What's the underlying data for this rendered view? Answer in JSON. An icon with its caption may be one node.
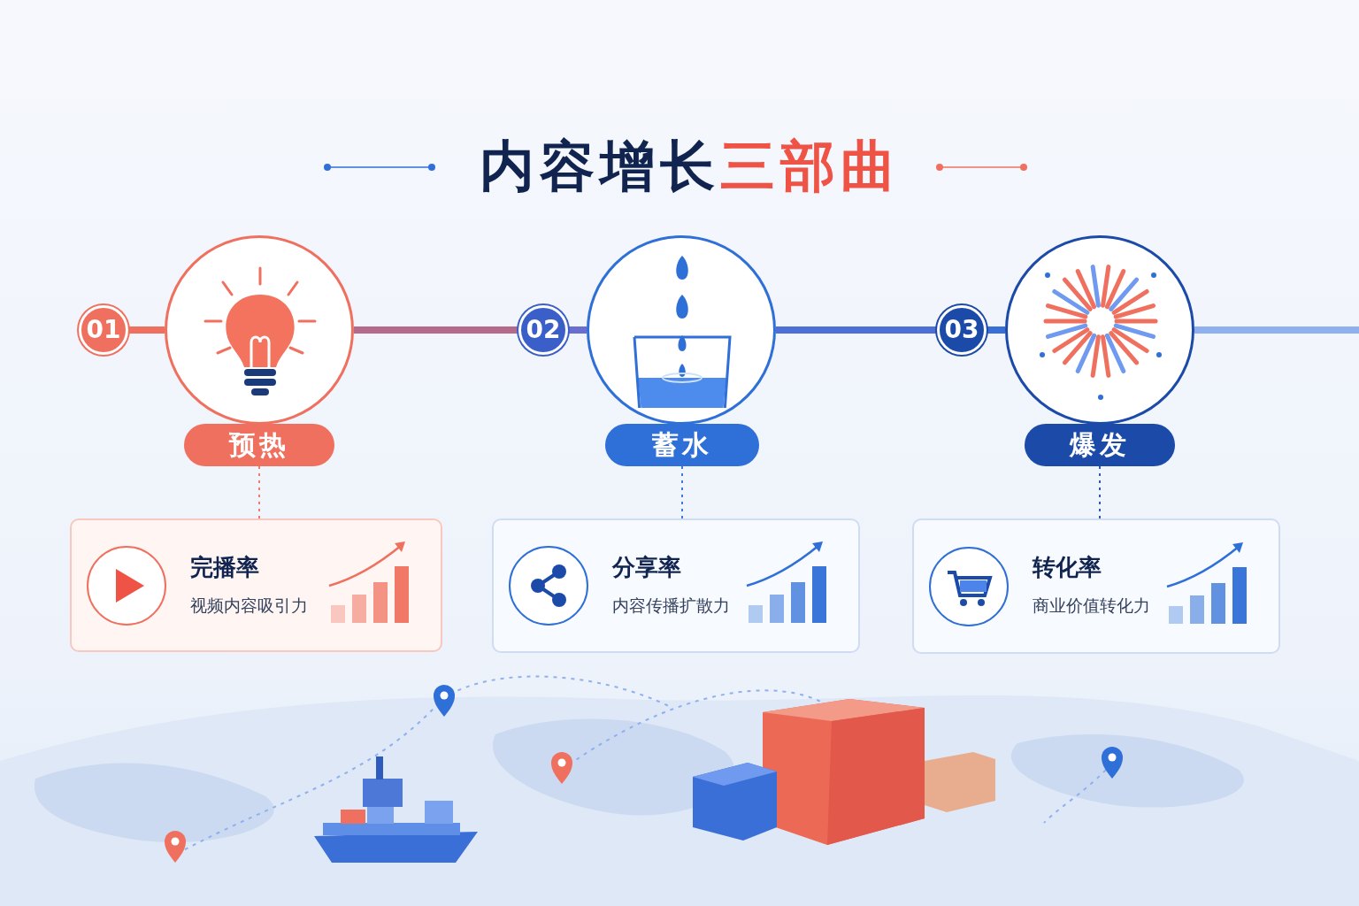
{
  "diagram": {
    "title": "内容增长三部曲",
    "nodes": [
      {
        "text": [
          "01"
        ]
      },
      {
        "text": [],
        "shape": "picture"
      },
      {
        "text": [
          "02"
        ]
      },
      {
        "text": [],
        "shape": "picture"
      },
      {
        "text": [
          "03"
        ]
      },
      {
        "text": [],
        "shape": "picture"
      },
      {
        "text": [
          "预热"
        ]
      },
      {
        "text": [
          "蓄水"
        ]
      },
      {
        "text": [
          "爆发"
        ]
      },
      {
        "text": [
          "完播率",
          "视频内容吸引力"
        ]
      },
      {
        "text": [
          "分享率",
          "内容传播扩散力"
        ]
      },
      {
        "text": [
          "转化率",
          "商业价值转化力"
        ]
      }
    ],
    "edges": [
      {
        "from": 0,
        "to": 1,
        "arrow": "none",
        "color": "#f0705f"
      },
      {
        "from": 1,
        "to": 2,
        "arrow": "none",
        "color": "#b46a8a"
      },
      {
        "from": 2,
        "to": 3,
        "arrow": "none",
        "color": "#6a6ed0"
      },
      {
        "from": 3,
        "to": 4,
        "arrow": "none",
        "color": "#4d6fd6"
      },
      {
        "from": 4,
        "to": 5,
        "arrow": "none",
        "color": "#3b6fd8"
      },
      {
        "from": 5,
        "to": null,
        "arrow": "none",
        "color": "#8fb0ee"
      },
      {
        "from": 6,
        "to": 9,
        "arrow": "none",
        "style": "dashed",
        "color": "#f0705f"
      },
      {
        "from": 7,
        "to": 10,
        "arrow": "none",
        "style": "dashed",
        "color": "#2f6fd8"
      },
      {
        "from": 8,
        "to": 11,
        "arrow": "none",
        "style": "dashed",
        "color": "#1b4aa8"
      }
    ]
  }
}
